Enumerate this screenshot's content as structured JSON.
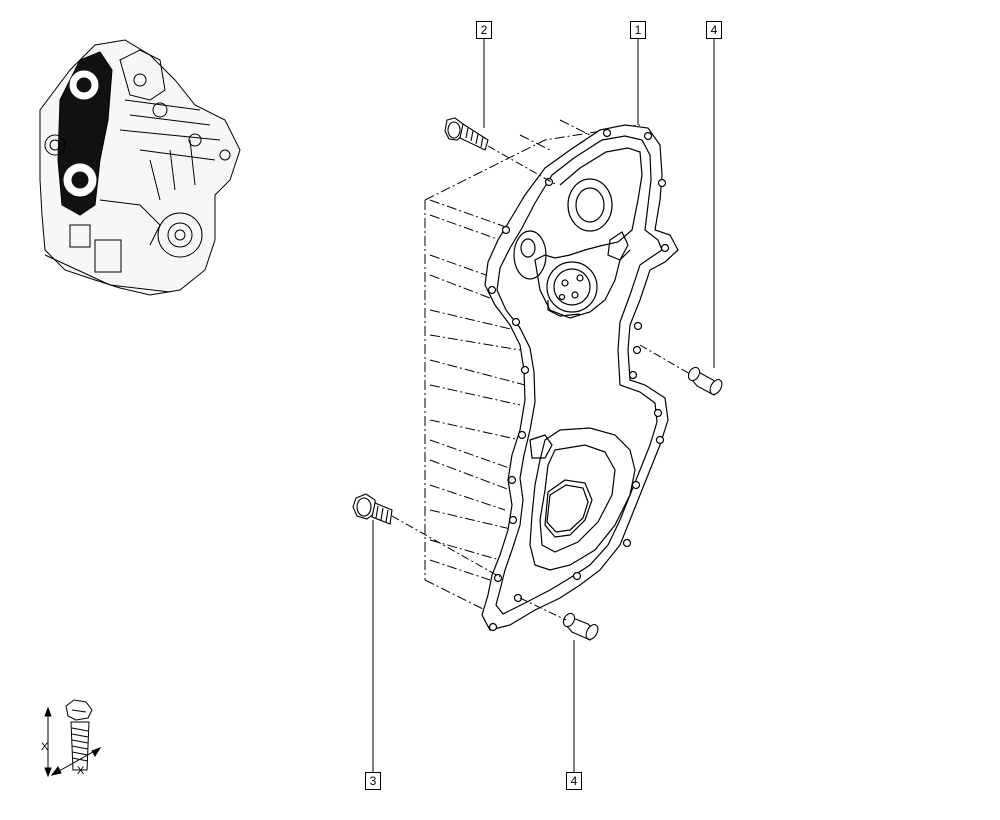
{
  "callouts": {
    "cover": "1",
    "bolt_upper": "2",
    "bolt_lower": "3",
    "dowel_right": "4",
    "dowel_lower": "4"
  },
  "fastener_legend": {
    "height_label": "X",
    "length_label": "X"
  }
}
